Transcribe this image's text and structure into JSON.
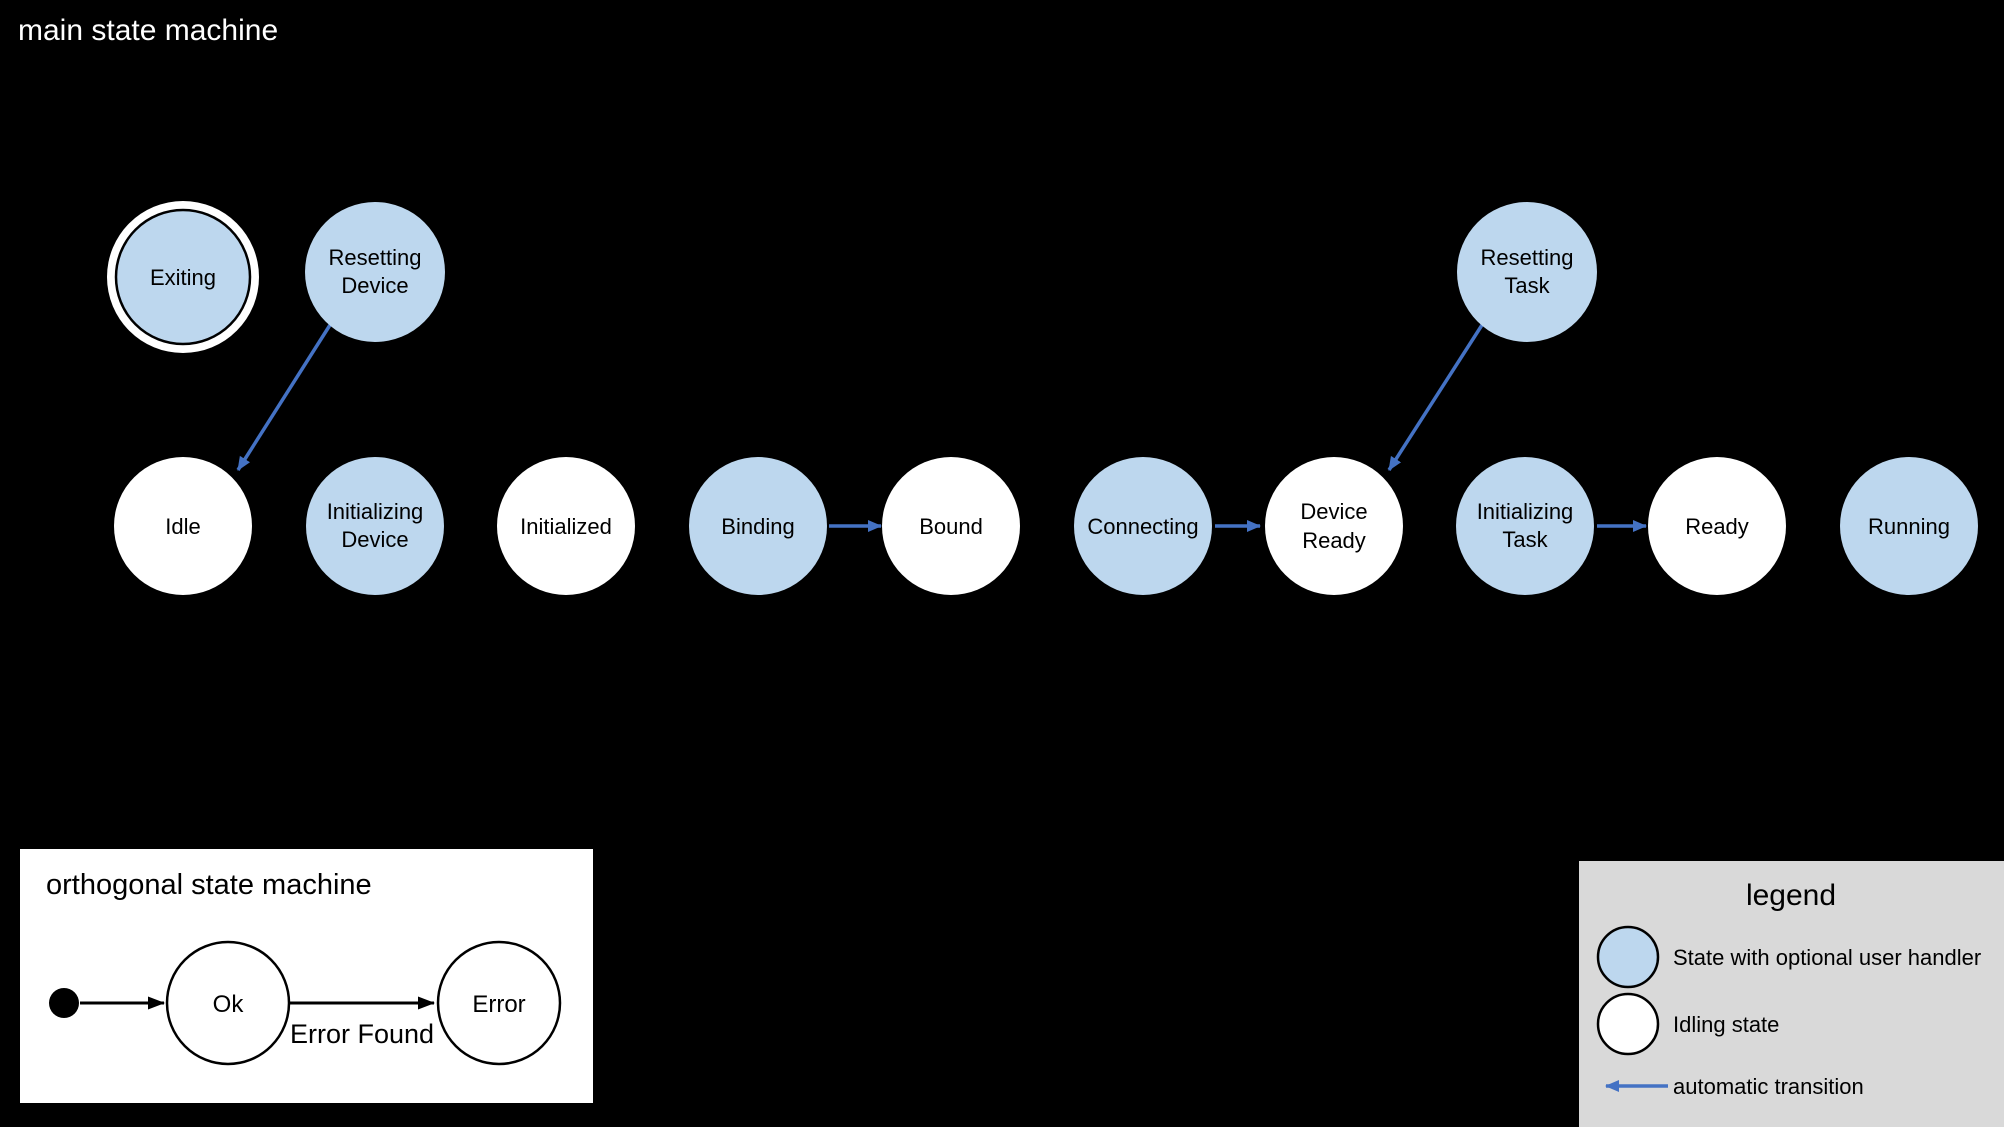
{
  "main": {
    "title": "main state machine",
    "states": [
      {
        "label": "Exiting",
        "lines": [
          "Exiting"
        ],
        "kind": "user-handler-final"
      },
      {
        "label": "Resetting Device",
        "lines": [
          "Resetting",
          "Device"
        ],
        "kind": "user-handler"
      },
      {
        "label": "Resetting Task",
        "lines": [
          "Resetting",
          "Task"
        ],
        "kind": "user-handler"
      },
      {
        "label": "Idle",
        "lines": [
          "Idle"
        ],
        "kind": "idling"
      },
      {
        "label": "Initializing Device",
        "lines": [
          "Initializing",
          "Device"
        ],
        "kind": "user-handler"
      },
      {
        "label": "Initialized",
        "lines": [
          "Initialized"
        ],
        "kind": "idling"
      },
      {
        "label": "Binding",
        "lines": [
          "Binding"
        ],
        "kind": "user-handler"
      },
      {
        "label": "Bound",
        "lines": [
          "Bound"
        ],
        "kind": "idling"
      },
      {
        "label": "Connecting",
        "lines": [
          "Connecting"
        ],
        "kind": "user-handler"
      },
      {
        "label": "Device Ready",
        "lines": [
          "Device",
          "Ready"
        ],
        "kind": "idling"
      },
      {
        "label": "Initializing Task",
        "lines": [
          "Initializing",
          "Task"
        ],
        "kind": "user-handler"
      },
      {
        "label": "Ready",
        "lines": [
          "Ready"
        ],
        "kind": "idling"
      },
      {
        "label": "Running",
        "lines": [
          "Running"
        ],
        "kind": "user-handler"
      }
    ],
    "transitions": [
      {
        "from": "Resetting Device",
        "to": "Idle"
      },
      {
        "from": "Binding",
        "to": "Bound"
      },
      {
        "from": "Connecting",
        "to": "Device Ready"
      },
      {
        "from": "Resetting Task",
        "to": "Device Ready"
      },
      {
        "from": "Initializing Task",
        "to": "Ready"
      }
    ]
  },
  "orthogonal": {
    "title": "orthogonal state machine",
    "states": [
      {
        "label": "Ok"
      },
      {
        "label": "Error"
      }
    ],
    "transitions": [
      {
        "from": "initial",
        "to": "Ok",
        "label": ""
      },
      {
        "from": "Ok",
        "to": "Error",
        "label": "Error Found"
      }
    ]
  },
  "legend": {
    "title": "legend",
    "items": [
      {
        "symbol": "user-handler-state-swatch",
        "label": "State with optional user handler"
      },
      {
        "symbol": "idling-state-swatch",
        "label": "Idling state"
      },
      {
        "symbol": "automatic-transition-arrow",
        "label": "automatic transition"
      }
    ]
  },
  "colors": {
    "background": "#000000",
    "user_handler_state_fill": "#BDD7EE",
    "idling_state_fill": "#FFFFFF",
    "automatic_transition_blue": "#4472C4",
    "legend_background": "#D9D9D9",
    "orthogonal_panel_background": "#FFFFFF",
    "label_text": "#000000",
    "title_text_on_dark": "#FFFFFF"
  }
}
